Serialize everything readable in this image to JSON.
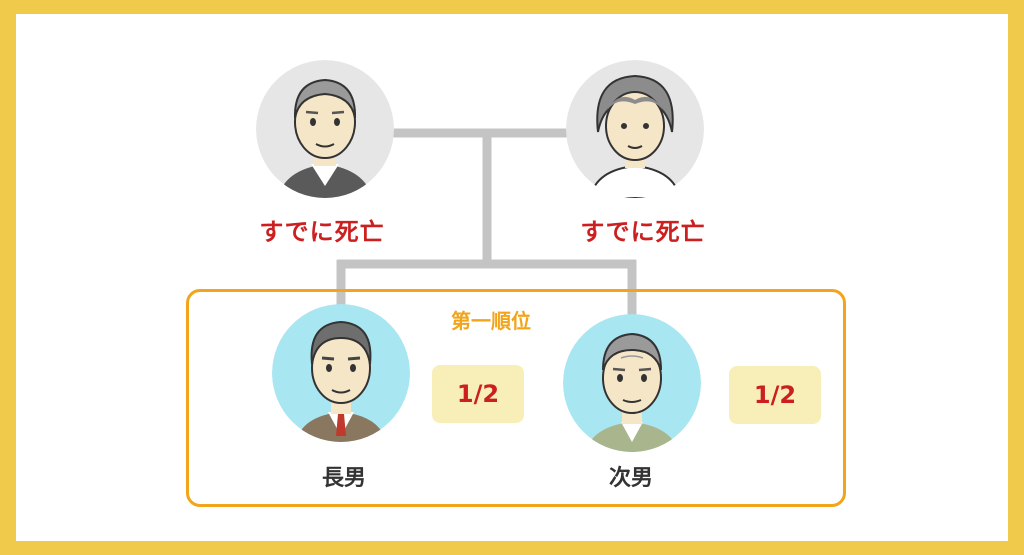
{
  "parents": [
    {
      "status": "すでに死亡",
      "icon": "elderly-man-avatar-icon"
    },
    {
      "status": "すでに死亡",
      "icon": "elderly-woman-avatar-icon"
    }
  ],
  "group": {
    "label": "第一順位"
  },
  "children": [
    {
      "name": "長男",
      "share": "1/2",
      "icon": "middle-aged-man-avatar-icon"
    },
    {
      "name": "次男",
      "share": "1/2",
      "icon": "older-man-avatar-icon"
    }
  ],
  "colors": {
    "frame": "#f0ca4a",
    "deceased_text": "#cc1f1f",
    "group_border": "#f2a51a",
    "share_bg": "#f7efb7",
    "connector": "#c4c4c4",
    "deceased_avatar_bg": "#e6e6e6",
    "heir_avatar_bg": "#a8e6f2"
  }
}
